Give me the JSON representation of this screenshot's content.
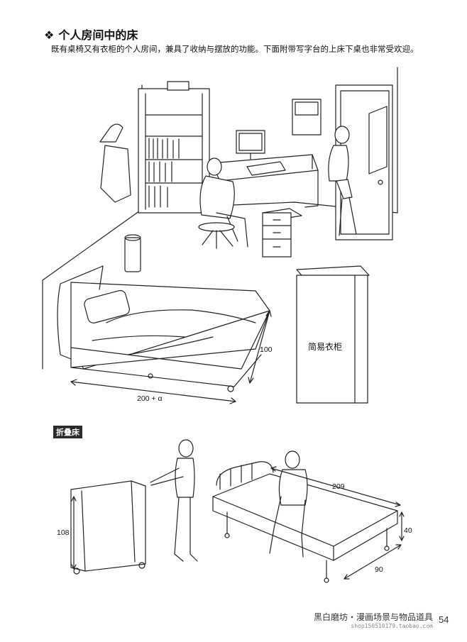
{
  "heading": {
    "mark": "❖",
    "title": "个人房间中的床"
  },
  "intro": "既有桌椅又有衣柜的个人房间，兼具了收纳与摆放的功能。下面附带写字台的上床下桌也非常受欢迎。",
  "room": {
    "wardrobe_label": "简易衣柜",
    "bed_width": "100",
    "bed_length": "200 + α"
  },
  "folding": {
    "tag": "折叠床",
    "folded_height": "108",
    "length": "209",
    "height": "40",
    "width": "90"
  },
  "footer": {
    "publisher": "黑白磨坊・漫画场景与物品道具",
    "shop": "shop150510179.taobao.com",
    "page": "54"
  }
}
